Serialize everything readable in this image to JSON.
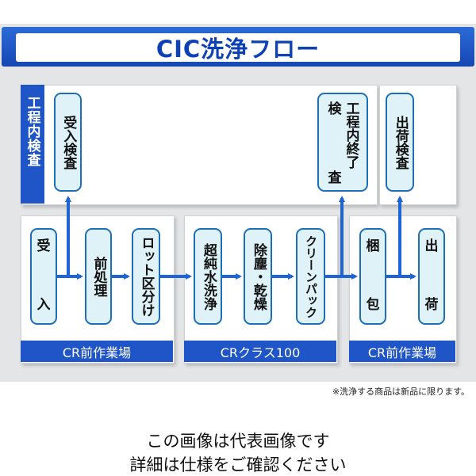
{
  "title": "CIC洗浄フロー",
  "in_process_inspection": {
    "side_label": "工程内検査",
    "receiving_inspection": "受入検査",
    "final_inspection_left": "検",
    "final_inspection_right": "工程内終了",
    "final_inspection_bottom": "査"
  },
  "shipping_inspection": "出荷検査",
  "zones": [
    {
      "label": "CR前作業場"
    },
    {
      "label": "CRクラス100"
    },
    {
      "label": "CR前作業場"
    }
  ],
  "steps": {
    "receive_top": "受",
    "receive_bottom": "入",
    "pretreat": "前処理",
    "lot_split": "ロット区分け",
    "ultrapure_wash": "超純水洗浄",
    "dust_dry": "除塵・乾燥",
    "clean_pack": "クリーンパック",
    "packing_top": "梱",
    "packing_bottom": "包",
    "ship_top": "出",
    "ship_bottom": "荷"
  },
  "note": "※洗浄する商品は新品に限ります。",
  "caption": {
    "line1": "この画像は代表画像です",
    "line2": "詳細は仕様をご確認ください"
  },
  "colors": {
    "title_blue": "#0e41b5",
    "label_blue": "#1f55c6",
    "arrow_blue": "#1c64d8",
    "step_fill": "#dff2f8",
    "panel_gray": "#e3e5e6"
  }
}
